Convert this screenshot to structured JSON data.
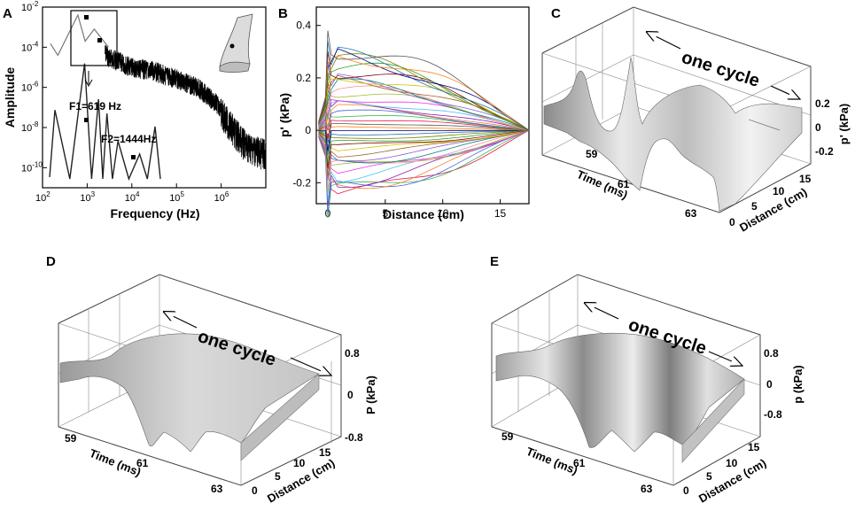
{
  "chart_data": [
    {
      "panel": "A",
      "type": "line",
      "xlabel": "Frequency (Hz)",
      "ylabel": "Amplitude",
      "xscale": "log",
      "yscale": "log",
      "xlim": [
        100,
        10000000
      ],
      "ylim": [
        1e-11,
        0.01
      ],
      "xticks": [
        {
          "v": 100,
          "base": "10",
          "exp": "2"
        },
        {
          "v": 1000,
          "base": "10",
          "exp": "3"
        },
        {
          "v": 10000,
          "base": "10",
          "exp": "4"
        },
        {
          "v": 100000,
          "base": "10",
          "exp": "5"
        },
        {
          "v": 1000000,
          "base": "10",
          "exp": "6"
        }
      ],
      "yticks": [
        {
          "v": 0.01,
          "base": "10",
          "exp": "-2"
        },
        {
          "v": 0.0001,
          "base": "10",
          "exp": "-4"
        },
        {
          "v": 1e-06,
          "base": "10",
          "exp": "-6"
        },
        {
          "v": 1e-08,
          "base": "10",
          "exp": "-8"
        },
        {
          "v": 1e-10,
          "base": "10",
          "exp": "-10"
        }
      ],
      "envelope": [
        {
          "x": 150,
          "y": 0.00015
        },
        {
          "x": 220,
          "y": 4e-05
        },
        {
          "x": 619,
          "y": 0.004
        },
        {
          "x": 900,
          "y": 0.0002
        },
        {
          "x": 1444,
          "y": 0.0008
        },
        {
          "x": 3000,
          "y": 0.0001
        },
        {
          "x": 10000,
          "y": 3e-05
        },
        {
          "x": 30000,
          "y": 2e-05
        },
        {
          "x": 100000,
          "y": 8e-06
        },
        {
          "x": 300000,
          "y": 3e-06
        },
        {
          "x": 1000000,
          "y": 3e-07
        },
        {
          "x": 3000000,
          "y": 1e-08
        },
        {
          "x": 8000000,
          "y": 3e-09
        }
      ],
      "inset_peaks": [
        {
          "x": 200,
          "y": 4e-08
        },
        {
          "x": 619,
          "y": 2e-06
        },
        {
          "x": 1050,
          "y": 1e-07
        },
        {
          "x": 1444,
          "y": 3e-08
        },
        {
          "x": 2200,
          "y": 3e-09
        },
        {
          "x": 5000,
          "y": 1e-09
        },
        {
          "x": 9000,
          "y": 1e-08
        }
      ],
      "annotations": {
        "f1": "F1=619 Hz",
        "f2": "F2=1444Hz"
      }
    },
    {
      "panel": "B",
      "type": "line",
      "xlabel": "Distance (cm)",
      "ylabel": "p' (kPa)",
      "xlim": [
        -1,
        17.5
      ],
      "ylim": [
        -0.28,
        0.47
      ],
      "xticks": [
        0,
        5,
        10,
        15
      ],
      "yticks": [
        -0.2,
        0,
        0.2,
        0.4
      ],
      "ytick_labels": [
        "-0.2",
        "0",
        "0.2",
        "0.4"
      ],
      "series_count": 40,
      "line_endpoint": [
        17.5,
        0
      ],
      "colors": [
        "#e6194b",
        "#3cb44b",
        "#4363d8",
        "#f58231",
        "#911eb4",
        "#46c0f0",
        "#f032e6",
        "#9bbf2e",
        "#fa8ca0",
        "#008080",
        "#8a5cd6",
        "#9a6324",
        "#d4c200",
        "#800000",
        "#2ca02c",
        "#808000",
        "#1f77b4",
        "#000075",
        "#ff7f0e",
        "#555555"
      ]
    },
    {
      "panel": "C",
      "type": "surface",
      "xlabel": "Time (ms)",
      "ylabel": "Distance (cm)",
      "zlabel": "p' (kPa)",
      "time_ticks": [
        "59",
        "61",
        "63"
      ],
      "distance_ticks": [
        "0",
        "5",
        "10",
        "15"
      ],
      "z_ticks": [
        "0.2",
        "0",
        "-0.2"
      ],
      "annotation": "one cycle"
    },
    {
      "panel": "D",
      "type": "surface",
      "xlabel": "Time (ms)",
      "ylabel": "Distance (cm)",
      "zlabel": "P (kPa)",
      "time_ticks": [
        "59",
        "61",
        "63"
      ],
      "distance_ticks": [
        "0",
        "5",
        "10",
        "15"
      ],
      "z_ticks": [
        "0.8",
        "0",
        "-0.8"
      ],
      "annotation": "one cycle"
    },
    {
      "panel": "E",
      "type": "surface",
      "xlabel": "Time (ms)",
      "ylabel": "Distance (cm)",
      "zlabel": "p (kPa)",
      "time_ticks": [
        "59",
        "61",
        "63"
      ],
      "distance_ticks": [
        "0",
        "5",
        "10",
        "15"
      ],
      "z_ticks": [
        "0.8",
        "0",
        "-0.8"
      ],
      "annotation": "one cycle"
    }
  ],
  "panel_labels": [
    "A",
    "B",
    "C",
    "D",
    "E"
  ]
}
